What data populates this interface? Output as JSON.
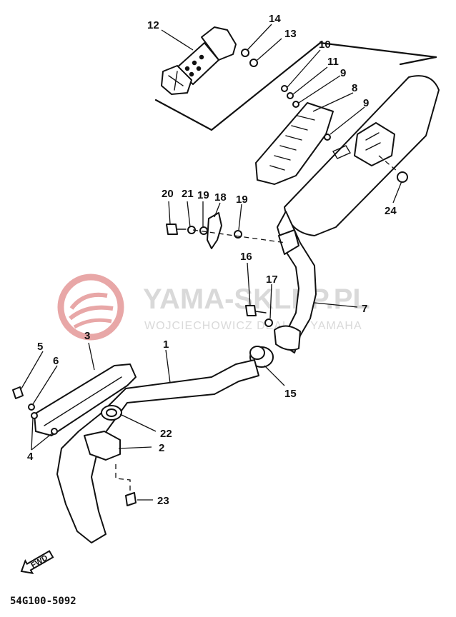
{
  "watermark": {
    "title": "YAMA-SKLEP.PL",
    "subtitle": "WOJCIECHOWICZ DEALER YAMAHA",
    "logo_color": "#e8a7a7",
    "text_color": "#d9d9d9"
  },
  "direction_badge": {
    "label": "FWD",
    "icon": "forward-arrow-icon"
  },
  "diagram_code": "54G100-5092",
  "labels": {
    "p1": "1",
    "p2": "2",
    "p3": "3",
    "p4": "4",
    "p5": "5",
    "p6": "6",
    "p7": "7",
    "p8": "8",
    "p9a": "9",
    "p9b": "9",
    "p10": "10",
    "p11": "11",
    "p12": "12",
    "p13": "13",
    "p14": "14",
    "p15": "15",
    "p16": "16",
    "p17": "17",
    "p18": "18",
    "p19a": "19",
    "p19b": "19",
    "p20": "20",
    "p21": "21",
    "p22": "22",
    "p23": "23",
    "p24": "24"
  }
}
